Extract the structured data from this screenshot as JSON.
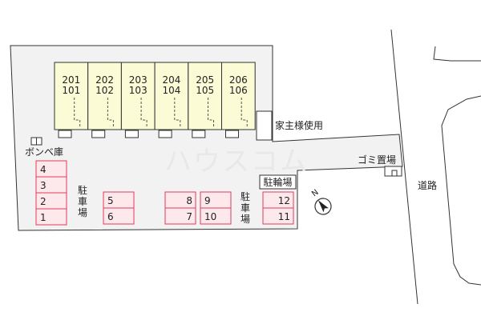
{
  "units": [
    {
      "upper": "201",
      "lower": "101"
    },
    {
      "upper": "202",
      "lower": "102"
    },
    {
      "upper": "203",
      "lower": "103"
    },
    {
      "upper": "204",
      "lower": "104"
    },
    {
      "upper": "205",
      "lower": "105"
    },
    {
      "upper": "206",
      "lower": "106"
    }
  ],
  "labels": {
    "owner_use": "家主様使用",
    "gas_cylinder": "ボンベ庫",
    "garbage": "ゴミ置場",
    "bicycle_parking": "駐輪場",
    "road": "道路",
    "parking_chars": [
      "駐",
      "車",
      "場"
    ],
    "north": "N"
  },
  "parking": {
    "col1": [
      "4",
      "3",
      "2",
      "1"
    ],
    "col2": [
      "5",
      "6"
    ],
    "col3": [
      "8",
      "7"
    ],
    "col4": [
      "9",
      "10"
    ],
    "col5": [
      "12",
      "11"
    ]
  },
  "watermark": "ハウスコム",
  "colors": {
    "building_fill": "#fbfbd6",
    "parking_fill": "#fde8ec",
    "parking_stroke": "#e33b5c",
    "lot_fill": "#f2f2f2",
    "line": "#333333"
  }
}
